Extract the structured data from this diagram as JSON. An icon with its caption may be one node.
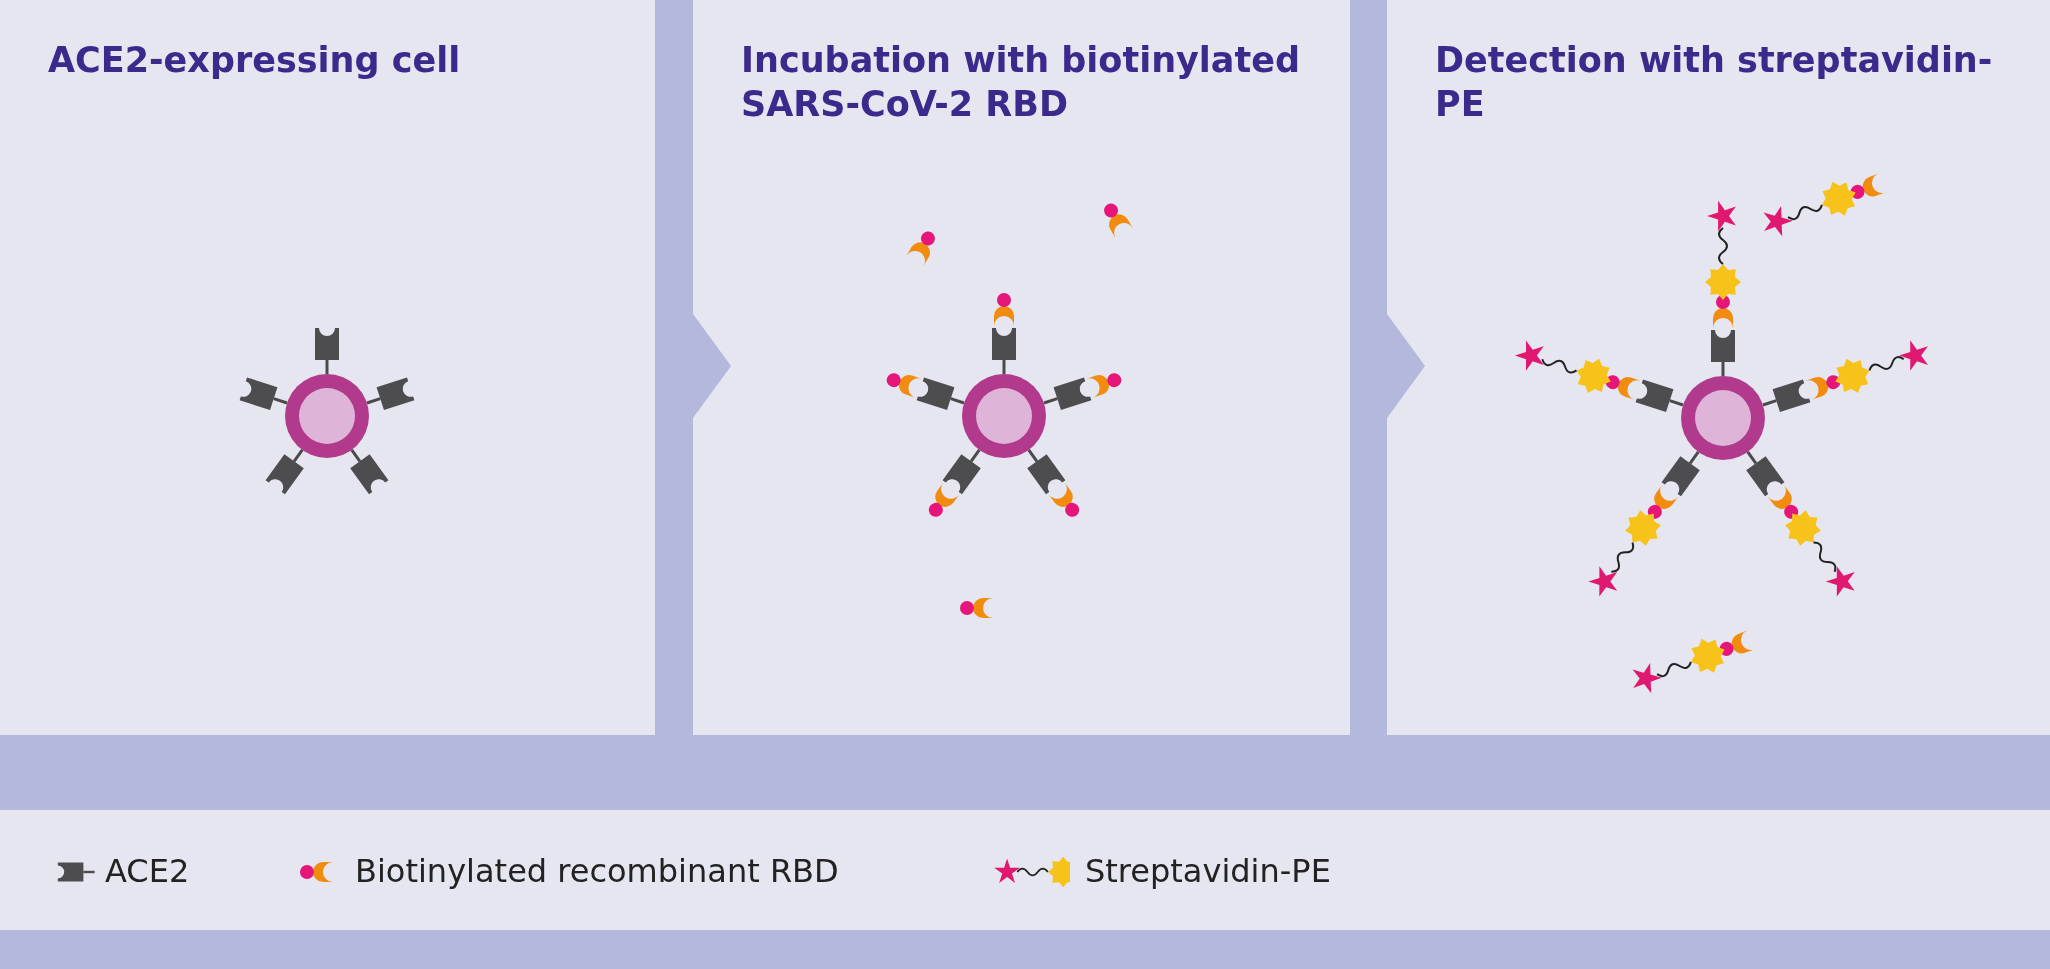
{
  "diagram": {
    "nodes": [
      {
        "text": [
          "ACE2-expressing cell"
        ]
      },
      {
        "text": [
          "Incubation with biotinylated SARS-CoV-2 RBD"
        ]
      },
      {
        "text": [
          "Detection with streptavidin-PE"
        ]
      }
    ],
    "edges": [
      {
        "from": 0,
        "to": 1,
        "arrow": "to"
      },
      {
        "from": 1,
        "to": 2,
        "arrow": "to"
      }
    ],
    "legend": [
      {
        "text": "ACE2"
      },
      {
        "text": "Biotinylated recombinant RBD"
      },
      {
        "text": "Streptavidin-PE"
      }
    ]
  }
}
